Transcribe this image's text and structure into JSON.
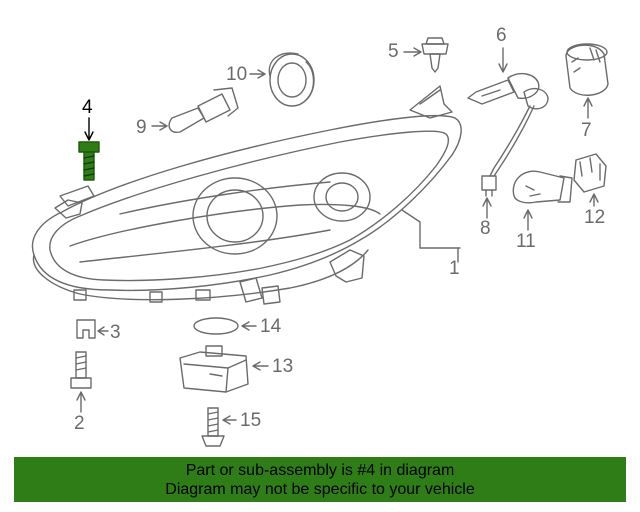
{
  "diagram": {
    "selected_part": "4",
    "highlight_color": "#2e7d16",
    "line_color": "#6b6b6b",
    "callouts": [
      {
        "number": "1",
        "part": "headlamp-assembly"
      },
      {
        "number": "2",
        "part": "bolt"
      },
      {
        "number": "3",
        "part": "clip"
      },
      {
        "number": "4",
        "part": "bolt"
      },
      {
        "number": "5",
        "part": "push-pin-retainer"
      },
      {
        "number": "6",
        "part": "high-beam-bulb"
      },
      {
        "number": "7",
        "part": "bulb-cap"
      },
      {
        "number": "8",
        "part": "socket-harness"
      },
      {
        "number": "9",
        "part": "low-beam-bulb"
      },
      {
        "number": "10",
        "part": "dust-cover"
      },
      {
        "number": "11",
        "part": "turn-signal-bulb"
      },
      {
        "number": "12",
        "part": "bulb-socket"
      },
      {
        "number": "13",
        "part": "ballast-module"
      },
      {
        "number": "14",
        "part": "o-ring-gasket"
      },
      {
        "number": "15",
        "part": "screw"
      }
    ]
  },
  "banner": {
    "line1": "Part or sub-assembly is #4 in diagram",
    "line2": "Diagram may not be specific to your vehicle",
    "background": "#2e7d16"
  }
}
